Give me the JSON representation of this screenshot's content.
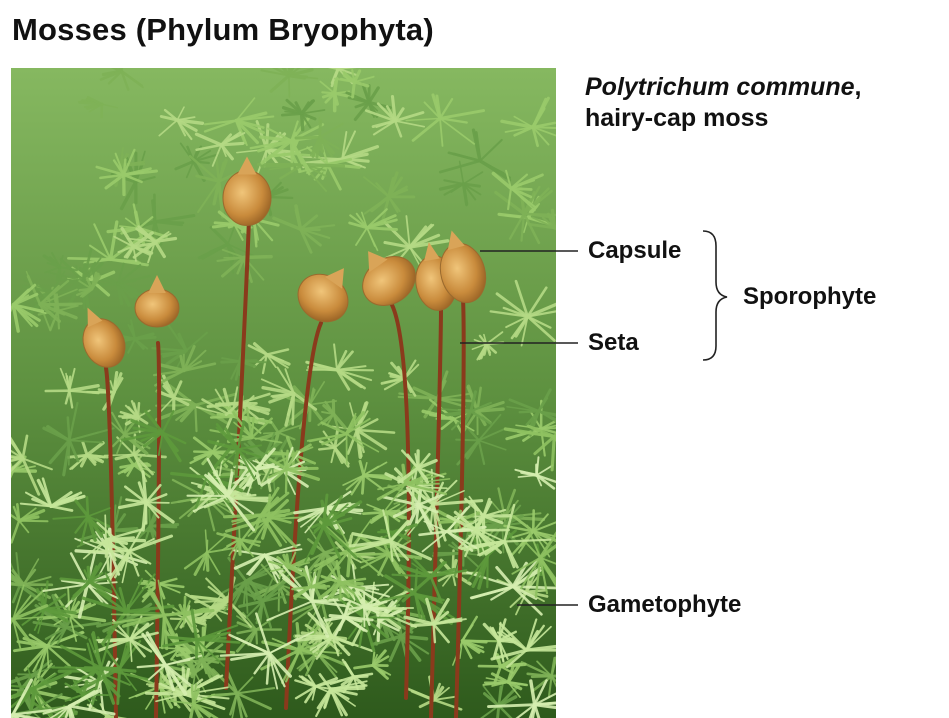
{
  "title": "Mosses (Phylum Bryophyta)",
  "species": {
    "scientific_name": "Polytrichum commune",
    "separator": ",",
    "common_name": "hairy-cap moss"
  },
  "labels": {
    "capsule": "Capsule",
    "seta": "Seta",
    "sporophyte": "Sporophyte",
    "gametophyte": "Gametophyte"
  },
  "colors": {
    "moss_dark": "#2f5a1e",
    "moss_light": "#a7d36a",
    "seta": "#8a3a1c",
    "capsule": "#c98b3c",
    "leader_line": "#222222"
  }
}
